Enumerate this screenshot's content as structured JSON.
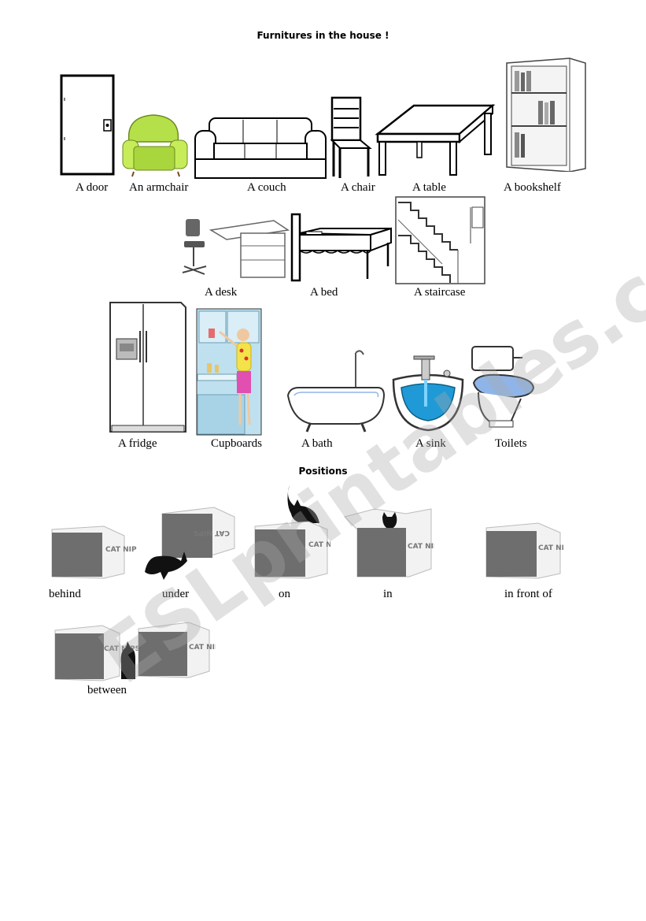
{
  "titles": {
    "main": "Furnitures in the house !",
    "positions": "Positions"
  },
  "furniture": {
    "door": "A door",
    "armchair": "An armchair",
    "couch": "A couch",
    "chair": "A chair",
    "table": "A table",
    "bookshelf": "A bookshelf",
    "desk": "A desk",
    "bed": "A bed",
    "staircase": "A staircase",
    "fridge": "A fridge",
    "cupboards": "Cupboards",
    "bath": "A bath",
    "sink": "A sink",
    "toilets": "Toilets"
  },
  "positions": {
    "behind": "behind",
    "under": "under",
    "on": "on",
    "in": "in",
    "in_front_of": "in front of",
    "between": "between"
  },
  "box_print": "CAT NIPS",
  "watermark": "ESLprintables.com",
  "colors": {
    "box_face": "#6e6e6e",
    "box_side": "#f2f2f2",
    "cat": "#111111",
    "armchair": "#b5e04a",
    "bath_toilet": "#8fb5e8",
    "cupboard_bg": "#bfe0ef"
  }
}
